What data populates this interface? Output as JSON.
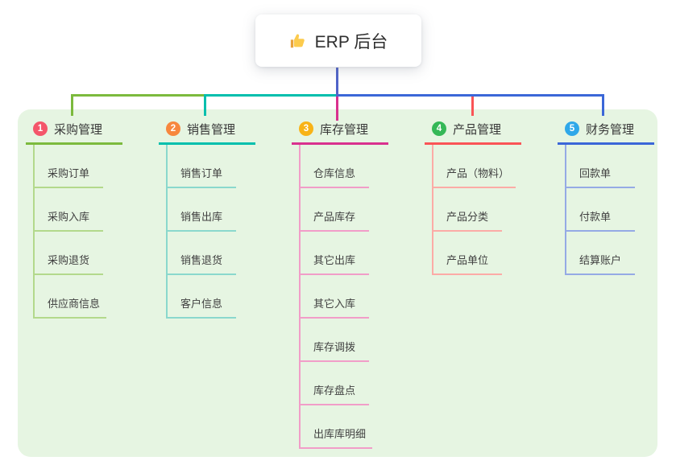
{
  "root": {
    "icon": "thumbs-up",
    "label": "ERP 后台"
  },
  "colors": {
    "canvas_bg": "#ffffff",
    "panel_bg": "#e6f5e2",
    "root_line": "#5064c9",
    "header_text": "#383838",
    "child_text": "#414141"
  },
  "branches": [
    {
      "num": "1",
      "label": "采购管理",
      "badge_color": "#f4566a",
      "line_color": "#7cba3d",
      "child_line_color": "#b3d98c",
      "children": [
        "采购订单",
        "采购入库",
        "采购退货",
        "供应商信息"
      ]
    },
    {
      "num": "2",
      "label": "销售管理",
      "badge_color": "#f7873e",
      "line_color": "#00bfad",
      "child_line_color": "#8ad8cd",
      "children": [
        "销售订单",
        "销售出库",
        "销售退货",
        "客户信息"
      ]
    },
    {
      "num": "3",
      "label": "库存管理",
      "badge_color": "#f8b317",
      "line_color": "#d9318e",
      "child_line_color": "#f19dc8",
      "children": [
        "仓库信息",
        "产品库存",
        "其它出库",
        "其它入库",
        "库存调拨",
        "库存盘点",
        "出库库明细"
      ]
    },
    {
      "num": "4",
      "label": "产品管理",
      "badge_color": "#35b857",
      "line_color": "#fa5456",
      "child_line_color": "#fcaba6",
      "children": [
        "产品（物料）",
        "产品分类",
        "产品单位"
      ]
    },
    {
      "num": "5",
      "label": "财务管理",
      "badge_color": "#2fa8e9",
      "line_color": "#3b67d8",
      "child_line_color": "#95aae5",
      "children": [
        "回款单",
        "付款单",
        "结算账户"
      ]
    }
  ]
}
